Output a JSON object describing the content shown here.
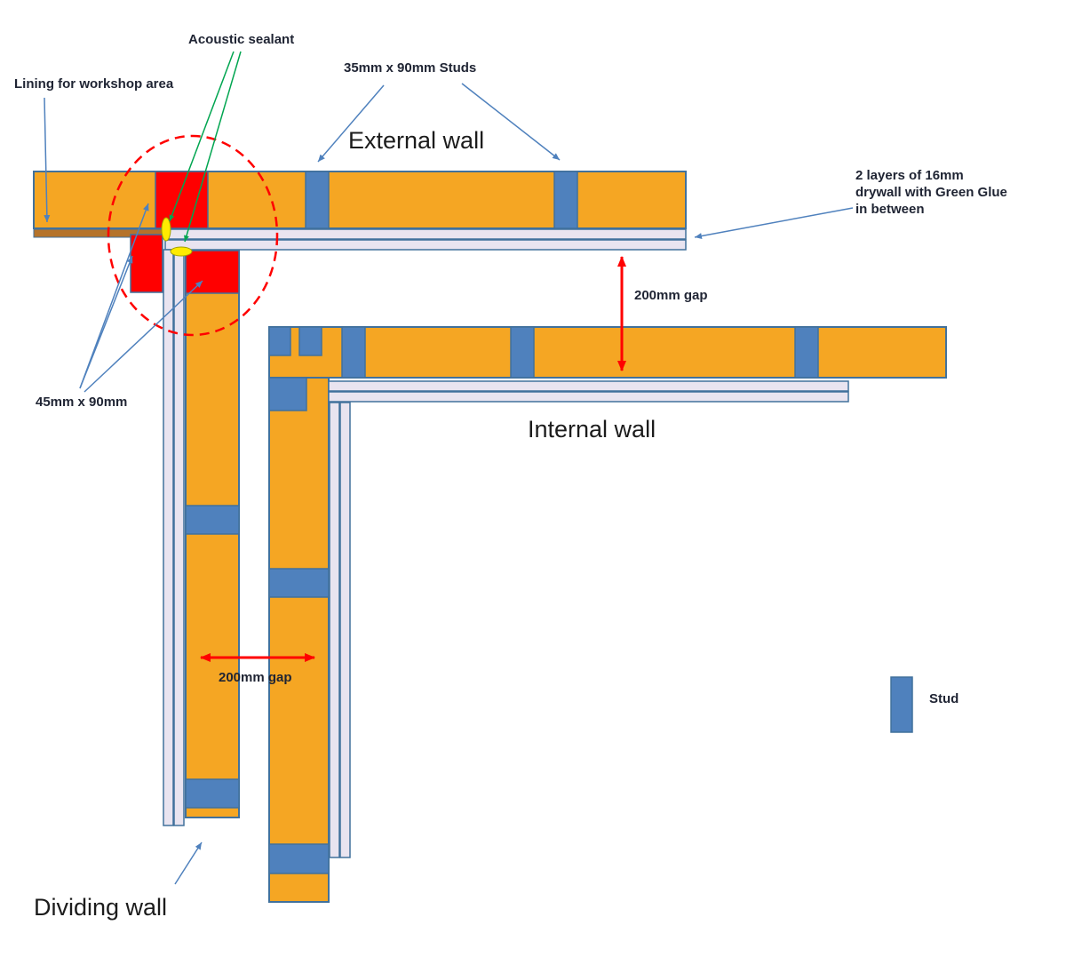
{
  "colors": {
    "orange": "#F5A623",
    "blue": "#4F81BD",
    "outline": "#41719C",
    "red": "#FF0000",
    "drywall": "#E9E4F0",
    "brown": "#B5732A",
    "yellow": "#FFEB00",
    "yellowline": "#A0A000",
    "green": "#00A550",
    "arrowblue": "#4F81BD",
    "text": "#1F2433"
  },
  "diagram": {
    "labels": {
      "acoustic_sealant": "Acoustic sealant",
      "lining": "Lining for workshop area",
      "studs_35": "35mm x 90mm Studs",
      "external_wall": "External wall",
      "drywall_note": "2 layers of 16mm drywall with Green Glue in between",
      "gap_vertical": "200mm gap",
      "internal_wall": "Internal wall",
      "studs_45": "45mm x 90mm",
      "gap_horizontal": "200mm gap",
      "stud_legend": "Stud",
      "dividing_wall": "Dividing wall"
    }
  }
}
